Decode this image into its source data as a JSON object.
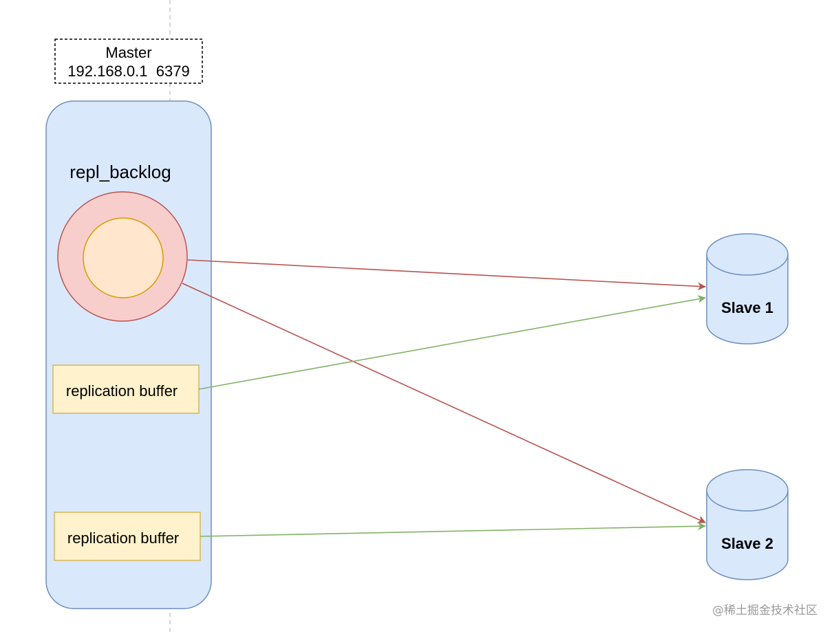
{
  "master": {
    "name": "Master",
    "address": "192.168.0.1  6379"
  },
  "repl_backlog": {
    "label": "repl_backlog"
  },
  "buffers": [
    {
      "label": "replication buffer"
    },
    {
      "label": "replication buffer"
    }
  ],
  "slaves": [
    {
      "label": "Slave 1"
    },
    {
      "label": "Slave 2"
    }
  ],
  "watermark": "@稀土掘金技术社区",
  "colors": {
    "master_fill": "#dae8fc",
    "master_stroke": "#6c8ebf",
    "backlog_outer_fill": "#f8cecc",
    "backlog_outer_stroke": "#b85450",
    "backlog_inner_fill": "#ffe6cc",
    "backlog_inner_stroke": "#d79b00",
    "buffer_fill": "#fff2cc",
    "buffer_stroke": "#d6b656",
    "slave_fill": "#dae8fc",
    "slave_stroke": "#6c8ebf",
    "red_arrow": "#b85450",
    "green_arrow": "#82b366"
  }
}
